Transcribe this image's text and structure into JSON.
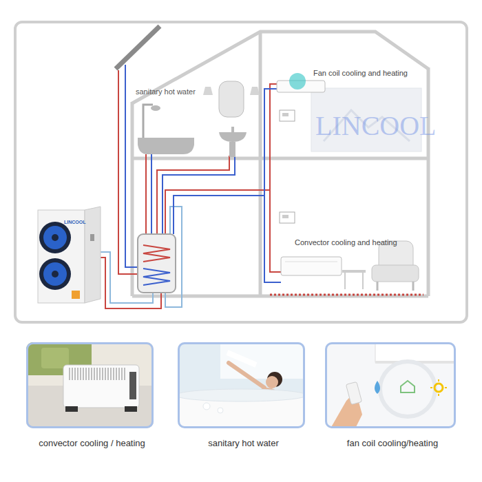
{
  "diagram": {
    "nodes": [
      {
        "text": [
          "LINCOOL"
        ]
      },
      {
        "text": [
          "convector cooling / heating"
        ]
      },
      {
        "text": [
          "sanitary hot water"
        ]
      },
      {
        "text": [
          "fan coil cooling/heating"
        ]
      }
    ],
    "labels": [
      "Fan coil cooling and heating",
      "sanitary hot water",
      "LINCOOL",
      "Convector cooling and heating"
    ]
  }
}
